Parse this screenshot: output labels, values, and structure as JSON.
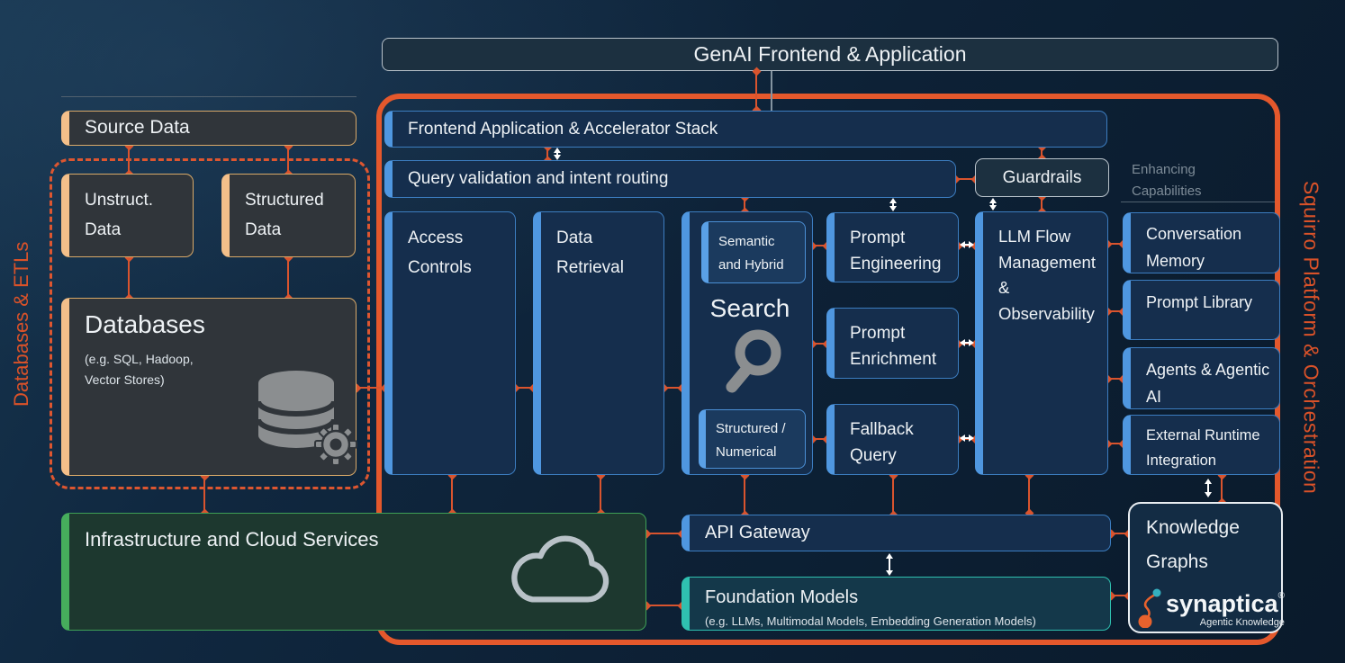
{
  "colors": {
    "background": "#0d2136",
    "orange_accent": "#e4582c",
    "tan_accent": "#f3bf8a",
    "blue_accent": "#4f97e0",
    "green_accent": "#46ad5c",
    "teal_accent": "#2fc0b0",
    "muted_text": "#7d8b97",
    "icon_gray": "#8b8e90"
  },
  "header": {
    "title": "GenAI Frontend & Application"
  },
  "source_section": {
    "vertical_label": "Databases & ETLs",
    "source_data_label": "Source Data",
    "unstructured_label": "Unstruct. Data",
    "structured_label": "Structured Data",
    "databases_title": "Databases",
    "databases_subtitle_line1": "(e.g. SQL, Hadoop,",
    "databases_subtitle_line2": "Vector Stores)"
  },
  "platform": {
    "vertical_label": "Squirro Platform & Orchestration",
    "frontend_stack_label": "Frontend Application & Accelerator Stack",
    "query_validation_label": "Query validation and intent routing",
    "guardrails_label": "Guardrails",
    "enhancing_capabilities_label": "Enhancing Capabilities",
    "access_controls_label": "Access Controls",
    "data_retrieval_label": "Data Retrieval",
    "search_title": "Search",
    "search_semantic_label": "Semantic and Hybrid",
    "search_structured_label": "Structured / Numerical",
    "prompt_engineering_label": "Prompt Engineering",
    "prompt_enrichment_label": "Prompt Enrichment",
    "fallback_query_label": "Fallback Query",
    "llm_flow_label": "LLM Flow Management & Observability",
    "enhancing_items": [
      "Conversation Memory",
      "Prompt Library",
      "Agents & Agentic AI",
      "External Runtime Integration"
    ]
  },
  "bottom": {
    "infrastructure_label": "Infrastructure and Cloud Services",
    "api_gateway_label": "API Gateway",
    "foundation_models_title": "Foundation Models",
    "foundation_models_subtitle": "(e.g. LLMs, Multimodal Models, Embedding Generation Models)",
    "knowledge_graphs_title": "Knowledge Graphs",
    "synaptica_brand": "synaptica",
    "synaptica_mark": "®",
    "synaptica_tagline": "Agentic Knowledge"
  }
}
